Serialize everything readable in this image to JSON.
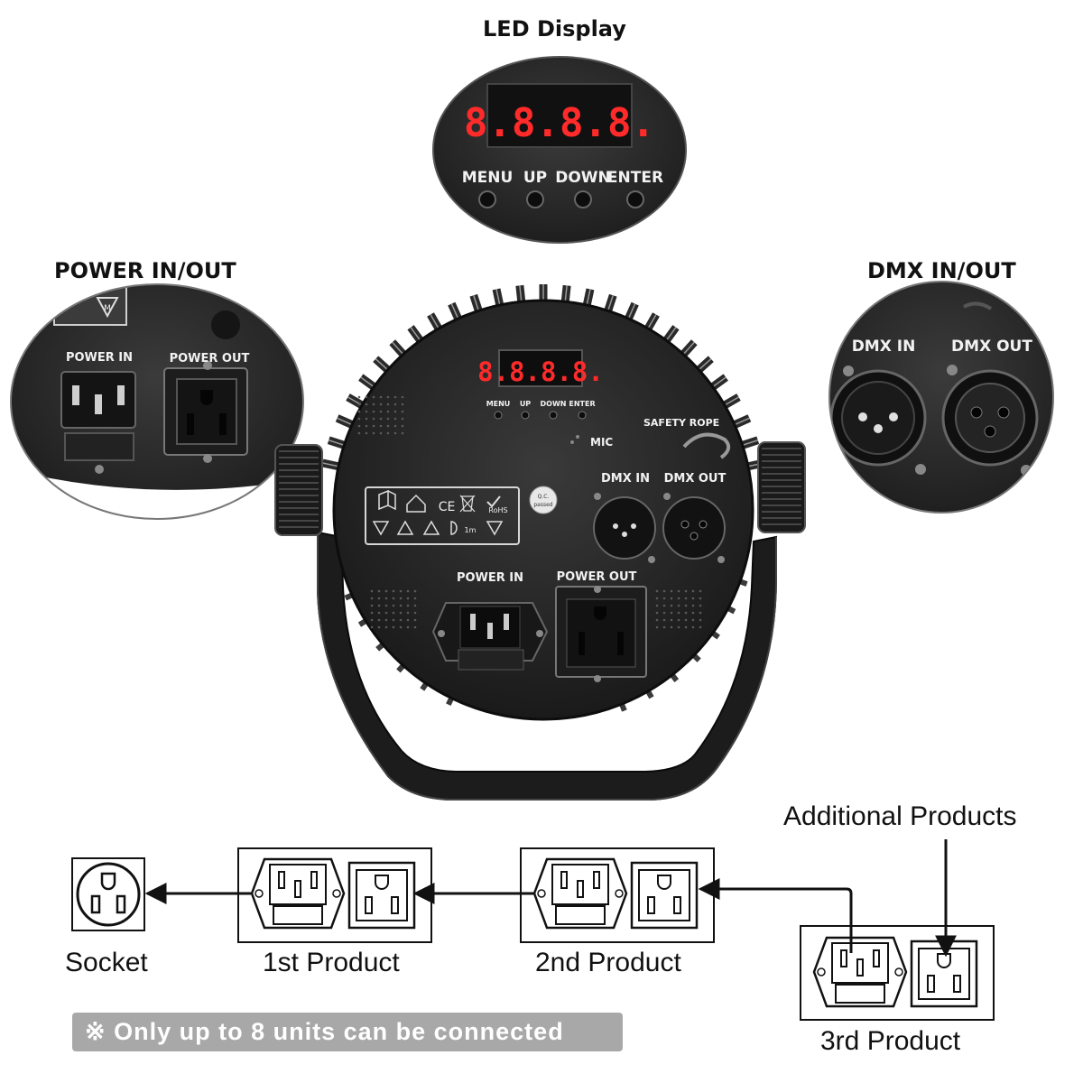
{
  "headings": {
    "led_display": "LED Display",
    "power_in_out": "POWER IN/OUT",
    "dmx_in_out": "DMX IN/OUT",
    "additional_products": "Additional Products"
  },
  "led_display": {
    "digits": "8.8.8.8.",
    "buttons": [
      "MENU",
      "UP",
      "DOWN",
      "ENTER"
    ]
  },
  "device": {
    "digits": "8.8.8.8.",
    "buttons": [
      "MENU",
      "UP",
      "DOWN",
      "ENTER"
    ],
    "mic": "MIC",
    "safety_rope": "SAFETY ROPE",
    "dmx_in": "DMX IN",
    "dmx_out": "DMX OUT",
    "power_in": "POWER IN",
    "power_out": "POWER OUT",
    "qc_line1": "Q.C.",
    "qc_line2": "passed",
    "rohs": "RoHS",
    "ce": "CE",
    "one_m": "1m"
  },
  "power_zoom": {
    "power_in": "POWER IN",
    "power_out": "POWER OUT"
  },
  "dmx_zoom": {
    "dmx_in": "DMX IN",
    "dmx_out": "DMX OUT"
  },
  "chain": {
    "socket": "Socket",
    "product_1": "1st Product",
    "product_2": "2nd Product",
    "product_3": "3rd Product"
  },
  "note": "※ Only up to 8 units can be connected",
  "colors": {
    "panel": "#2b2b2b",
    "led_red": "#ff2a2a",
    "note_bg": "#a8a8a8"
  }
}
